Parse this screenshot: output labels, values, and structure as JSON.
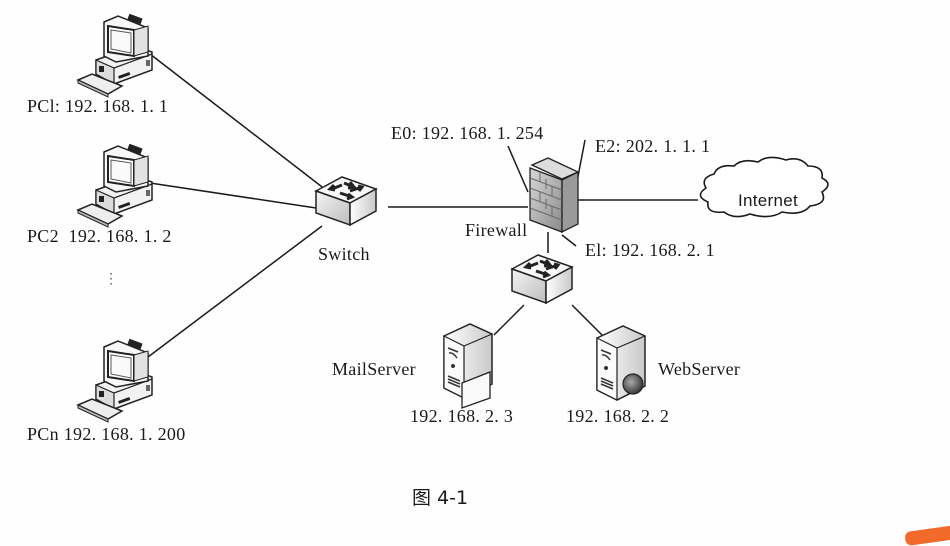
{
  "diagram": {
    "pcs": [
      {
        "name": "PC1",
        "label": "PCl: 192. 168. 1. 1"
      },
      {
        "name": "PC2",
        "label": "PC2  192. 168. 1. 2"
      },
      {
        "name": "PCn",
        "label": "PCn 192. 168. 1. 200"
      }
    ],
    "ellipsis": "⋮",
    "switch_label": "Switch",
    "firewall": {
      "label": "Firewall",
      "e0": "E0: 192. 168. 1. 254",
      "e1": "El: 192. 168. 2. 1",
      "e2": "E2: 202. 1. 1. 1"
    },
    "internet_label": "Internet",
    "servers": [
      {
        "name": "MailServer",
        "ip": "192. 168. 2. 3"
      },
      {
        "name": "WebServer",
        "ip": "192. 168. 2. 2"
      }
    ],
    "caption": "图 4-1"
  },
  "colors": {
    "line": "#1a1a1a",
    "accent": "#f26a2a"
  }
}
